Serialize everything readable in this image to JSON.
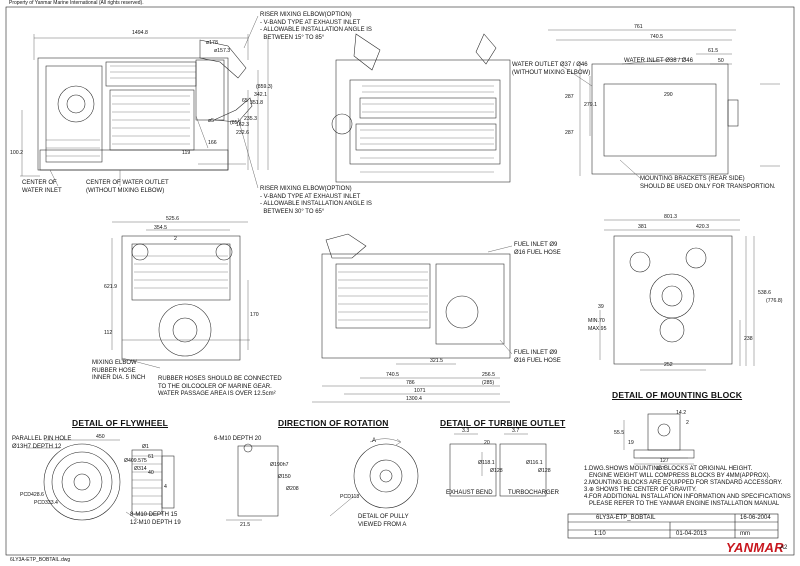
{
  "header": {
    "copyright": "Property of Yanmar Marine International (All rights reserved)."
  },
  "footer": {
    "file_name": "6LY3A-ETP_BOBTAIL.dwg",
    "sheet_size": "A2"
  },
  "side_view": {
    "dims": [
      "1494.8",
      "100.2",
      "119",
      "166",
      "162.3",
      "232.6",
      "235.3",
      "351.8",
      "342.1",
      "(859.3)",
      "ø178",
      "ø157.3",
      "(85°)",
      "65",
      "ø5"
    ],
    "labels": {
      "center_water_inlet": "CENTER OF\nWATER INLET",
      "center_water_outlet": "CENTER OF WATER OUTLET\n(WITHOUT MIXING ELBOW)"
    }
  },
  "top_notes": {
    "riser_15_85": "RISER MIXING ELBOW(OPTION)\n- V-BAND TYPE AT EXHAUST INLET\n- ALLOWABLE INSTALLATION ANGLE IS\n  BETWEEN 15° TO 85°",
    "riser_30_65": "RISER MIXING ELBOW(OPTION)\n- V-BAND TYPE AT EXHAUST INLET\n- ALLOWABLE INSTALLATION ANGLE IS\n  BETWEEN 30° TO 65°"
  },
  "right_top": {
    "dims": [
      "761",
      "740.5",
      "61.5",
      "50",
      "287",
      "279.1",
      "290",
      "287"
    ],
    "water_outlet": "WATER OUTLET Ø37 / Ø46\n(WITHOUT MIXING ELBOW)",
    "water_inlet": "WATER INLET Ø38 / Ø46",
    "mounting_brackets": "MOUNTING BRACKETS (REAR SIDE)\nSHOULD BE USED ONLY FOR TRANSPORTION."
  },
  "front_view": {
    "dims": [
      "525.6",
      "354.5",
      "2",
      "621.9",
      "112",
      "170"
    ],
    "mixing_elbow": "MIXING ELBOW\nRUBBER HOSE\nINNER DIA. 5 INCH",
    "rubber_hoses": "RUBBER HOSES SHOULD BE CONNECTED\nTO THE OILCOOLER OF MARINE GEAR.\nWATER PASSAGE AREA IS OVER 12.5cm²"
  },
  "side_view2": {
    "dims": [
      "321.5",
      "740.5",
      "256.5",
      "786",
      "(285)",
      "1071",
      "1300.4"
    ],
    "fuel_inlet_top": "FUEL INLET Ø9\nØ16 FUEL HOSE",
    "fuel_inlet_bottom": "FUEL INLET Ø9\nØ16 FUEL HOSE"
  },
  "rear_view": {
    "dims": [
      "801.3",
      "381",
      "420.3",
      "538.6",
      "(776.8)",
      "238",
      "252",
      "MIN.70",
      "MAX.95",
      "39"
    ]
  },
  "flywheel": {
    "title": "DETAIL OF FLYWHEEL",
    "parallel_pin": "PARALLEL PIN HOLE\nØ13H7 DEPTH 12",
    "dims": [
      "450",
      "Ø409.575",
      "Ø314",
      "Ø1",
      "61",
      "40",
      "PCD428.6",
      "PCD333.4",
      "4"
    ],
    "m10_15": "8-M10 DEPTH 15",
    "m10_19": "12-M10 DEPTH 19"
  },
  "rotation": {
    "title": "DIRECTION OF ROTATION",
    "m10_20": "6-M10 DEPTH 20",
    "dims": [
      "Ø190h7",
      "Ø150",
      "Ø208",
      "21.5",
      "PCD118"
    ],
    "detail": "DETAIL OF PULLY\nVIEWED FROM A",
    "view_a": "A"
  },
  "turbine": {
    "title": "DETAIL OF TURBINE OUTLET",
    "dims": [
      "3.3",
      "3.7",
      "20",
      "Ø118.1",
      "Ø116.1",
      "Ø128",
      "Ø128"
    ],
    "exhaust_bend": "EXHAUST BEND",
    "turbocharger": "TURBOCHARGER"
  },
  "mounting": {
    "title": "DETAIL OF MOUNTING BLOCK",
    "dims": [
      "14.2",
      "2",
      "55.5",
      "19",
      "167",
      "127"
    ]
  },
  "notes": [
    "1.DWG.SHOWS MOUNTING BLOCKS AT ORIGINAL HEIGHT.",
    "   ENGINE WEIGHT WILL COMPRESS BLOCKS BY 4MM(APPROX).",
    "2.MOUNTING BLOCKS ARE EQUIPPED FOR STANDARD ACCESSORY.",
    "3.⊕ SHOWS THE CENTER OF GRAVITY.",
    "4.FOR ADDITIONAL INSTALLATION INFORMATION AND SPECIFICATIONS",
    "   PLEASE REFER TO THE YANMAR ENGINE INSTALLATION MANUAL"
  ],
  "title_block": {
    "model": "6LY3A-ETP_BOBTAIL",
    "date1": "16-06-2004",
    "scale": "1:10",
    "date2": "01-04-2013",
    "unit": "mm",
    "brand": "YANMAR"
  },
  "colors": {
    "line": "#222222",
    "brand": "#c8161d",
    "paper": "#ffffff"
  }
}
